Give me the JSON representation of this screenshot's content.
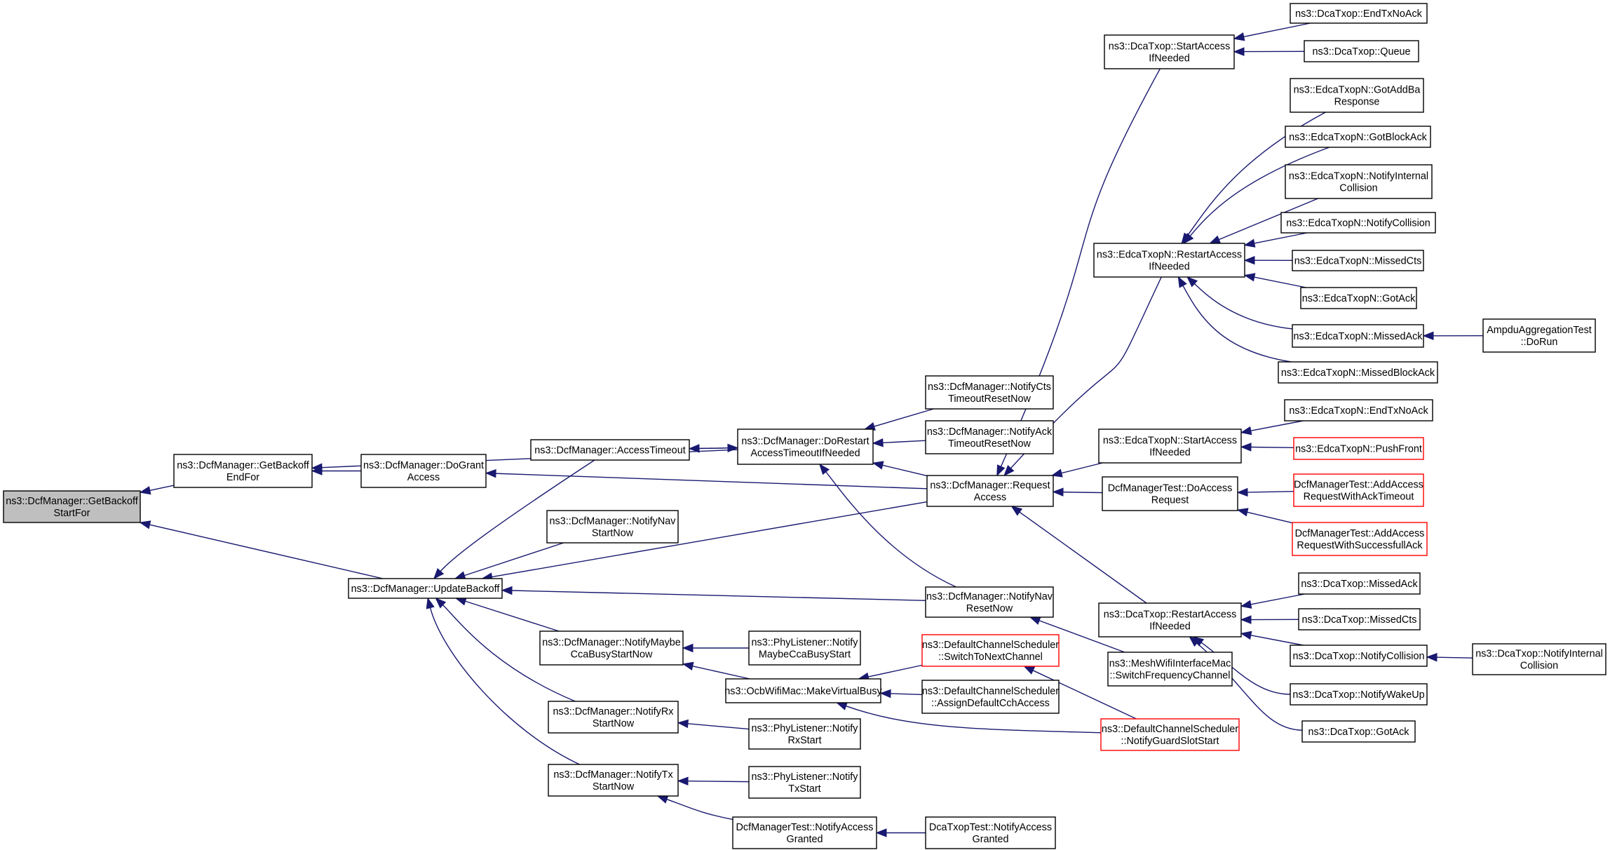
{
  "nodes": {
    "root": {
      "lines": [
        "ns3::DcfManager::GetBackoff",
        "StartFor"
      ]
    },
    "getBackoffEndFor": {
      "lines": [
        "ns3::DcfManager::GetBackoff",
        "EndFor"
      ]
    },
    "updateBackoff": {
      "lines": [
        "ns3::DcfManager::UpdateBackoff"
      ]
    },
    "doGrantAccess": {
      "lines": [
        "ns3::DcfManager::DoGrant",
        "Access"
      ]
    },
    "accessTimeout": {
      "lines": [
        "ns3::DcfManager::AccessTimeout"
      ]
    },
    "doRestart": {
      "lines": [
        "ns3::DcfManager::DoRestart",
        "AccessTimeoutIfNeeded"
      ]
    },
    "notifyCts": {
      "lines": [
        "ns3::DcfManager::NotifyCts",
        "TimeoutResetNow"
      ]
    },
    "notifyAck": {
      "lines": [
        "ns3::DcfManager::NotifyAck",
        "TimeoutResetNow"
      ]
    },
    "requestAccess": {
      "lines": [
        "ns3::DcfManager::Request",
        "Access"
      ]
    },
    "notifyNavStart": {
      "lines": [
        "ns3::DcfManager::NotifyNav",
        "StartNow"
      ]
    },
    "notifyNavReset": {
      "lines": [
        "ns3::DcfManager::NotifyNav",
        "ResetNow"
      ]
    },
    "notifyMaybeCca": {
      "lines": [
        "ns3::DcfManager::NotifyMaybe",
        "CcaBusyStartNow"
      ]
    },
    "notifyRxStart": {
      "lines": [
        "ns3::DcfManager::NotifyRx",
        "StartNow"
      ]
    },
    "notifyTxStart": {
      "lines": [
        "ns3::DcfManager::NotifyTx",
        "StartNow"
      ]
    },
    "phyMaybeCca": {
      "lines": [
        "ns3::PhyListener::Notify",
        "MaybeCcaBusyStart"
      ]
    },
    "phyRx": {
      "lines": [
        "ns3::PhyListener::Notify",
        "RxStart"
      ]
    },
    "phyTx": {
      "lines": [
        "ns3::PhyListener::Notify",
        "TxStart"
      ]
    },
    "makeVirtualBusy": {
      "lines": [
        "ns3::OcbWifiMac::MakeVirtualBusy"
      ]
    },
    "switchToNextChannel": {
      "lines": [
        "ns3::DefaultChannelScheduler",
        "::SwitchToNextChannel"
      ],
      "red": true
    },
    "assignDefaultCch": {
      "lines": [
        "ns3::DefaultChannelScheduler",
        "::AssignDefaultCchAccess"
      ]
    },
    "notifyGuardSlot": {
      "lines": [
        "ns3::DefaultChannelScheduler",
        "::NotifyGuardSlotStart"
      ],
      "red": true
    },
    "meshSwitchFreq": {
      "lines": [
        "ns3::MeshWifiInterfaceMac",
        "::SwitchFrequencyChannel"
      ]
    },
    "dcfTestNotifyGranted": {
      "lines": [
        "DcfManagerTest::NotifyAccess",
        "Granted"
      ]
    },
    "dcaTestNotifyGranted": {
      "lines": [
        "DcaTxopTest::NotifyAccess",
        "Granted"
      ]
    },
    "dcaStartAccess": {
      "lines": [
        "ns3::DcaTxop::StartAccess",
        "IfNeeded"
      ]
    },
    "dcaEndTxNoAck": {
      "lines": [
        "ns3::DcaTxop::EndTxNoAck"
      ]
    },
    "dcaQueue": {
      "lines": [
        "ns3::DcaTxop::Queue"
      ]
    },
    "edcaRestart": {
      "lines": [
        "ns3::EdcaTxopN::RestartAccess",
        "IfNeeded"
      ]
    },
    "edcaGotAddBa": {
      "lines": [
        "ns3::EdcaTxopN::GotAddBa",
        "Response"
      ]
    },
    "edcaGotBlockAck": {
      "lines": [
        "ns3::EdcaTxopN::GotBlockAck"
      ]
    },
    "edcaNotifyInternal": {
      "lines": [
        "ns3::EdcaTxopN::NotifyInternal",
        "Collision"
      ]
    },
    "edcaNotifyCollision": {
      "lines": [
        "ns3::EdcaTxopN::NotifyCollision"
      ]
    },
    "edcaMissedCts": {
      "lines": [
        "ns3::EdcaTxopN::MissedCts"
      ]
    },
    "edcaGotAck": {
      "lines": [
        "ns3::EdcaTxopN::GotAck"
      ]
    },
    "edcaMissedAck": {
      "lines": [
        "ns3::EdcaTxopN::MissedAck"
      ]
    },
    "edcaMissedBlockAck": {
      "lines": [
        "ns3::EdcaTxopN::MissedBlockAck"
      ]
    },
    "ampduDoRun": {
      "lines": [
        "AmpduAggregationTest",
        "::DoRun"
      ]
    },
    "edcaStartAccess": {
      "lines": [
        "ns3::EdcaTxopN::StartAccess",
        "IfNeeded"
      ]
    },
    "edcaEndTxNoAck": {
      "lines": [
        "ns3::EdcaTxopN::EndTxNoAck"
      ]
    },
    "edcaPushFront": {
      "lines": [
        "ns3::EdcaTxopN::PushFront"
      ],
      "red": true
    },
    "dcfTestDoAccess": {
      "lines": [
        "DcfManagerTest::DoAccess",
        "Request"
      ]
    },
    "addAccessTimeout": {
      "lines": [
        "DcfManagerTest::AddAccess",
        "RequestWithAckTimeout"
      ],
      "red": true
    },
    "addAccessSuccess": {
      "lines": [
        "DcfManagerTest::AddAccess",
        "RequestWithSuccessfullAck"
      ],
      "red": true
    },
    "dcaRestart": {
      "lines": [
        "ns3::DcaTxop::RestartAccess",
        "IfNeeded"
      ]
    },
    "dcaMissedAck": {
      "lines": [
        "ns3::DcaTxop::MissedAck"
      ]
    },
    "dcaMissedCts": {
      "lines": [
        "ns3::DcaTxop::MissedCts"
      ]
    },
    "dcaNotifyCollision": {
      "lines": [
        "ns3::DcaTxop::NotifyCollision"
      ]
    },
    "dcaNotifyInternal": {
      "lines": [
        "ns3::DcaTxop::NotifyInternal",
        "Collision"
      ]
    },
    "dcaNotifyWakeUp": {
      "lines": [
        "ns3::DcaTxop::NotifyWakeUp"
      ]
    },
    "dcaGotAck": {
      "lines": [
        "ns3::DcaTxop::GotAck"
      ]
    }
  },
  "edges": [
    [
      "getBackoffEndFor",
      "root"
    ],
    [
      "updateBackoff",
      "root"
    ],
    [
      "doGrantAccess",
      "getBackoffEndFor"
    ],
    [
      "doRestart",
      "getBackoffEndFor"
    ],
    [
      "requestAccess",
      "doGrantAccess"
    ],
    [
      "doRestart",
      "accessTimeout"
    ],
    [
      "accessTimeout",
      "doRestart"
    ],
    [
      "notifyCts",
      "doRestart"
    ],
    [
      "notifyAck",
      "doRestart"
    ],
    [
      "requestAccess",
      "doRestart"
    ],
    [
      "notifyNavReset",
      "doRestart"
    ],
    [
      "accessTimeout",
      "updateBackoff"
    ],
    [
      "notifyNavStart",
      "updateBackoff"
    ],
    [
      "requestAccess",
      "updateBackoff"
    ],
    [
      "notifyNavReset",
      "updateBackoff"
    ],
    [
      "notifyMaybeCca",
      "updateBackoff"
    ],
    [
      "notifyRxStart",
      "updateBackoff"
    ],
    [
      "notifyTxStart",
      "updateBackoff"
    ],
    [
      "phyMaybeCca",
      "notifyMaybeCca"
    ],
    [
      "makeVirtualBusy",
      "notifyMaybeCca"
    ],
    [
      "phyRx",
      "notifyRxStart"
    ],
    [
      "phyTx",
      "notifyTxStart"
    ],
    [
      "dcfTestNotifyGranted",
      "notifyTxStart"
    ],
    [
      "dcaTestNotifyGranted",
      "dcfTestNotifyGranted"
    ],
    [
      "switchToNextChannel",
      "makeVirtualBusy"
    ],
    [
      "assignDefaultCch",
      "makeVirtualBusy"
    ],
    [
      "notifyGuardSlot",
      "makeVirtualBusy"
    ],
    [
      "notifyGuardSlot",
      "switchToNextChannel"
    ],
    [
      "meshSwitchFreq",
      "notifyNavReset"
    ],
    [
      "dcaStartAccess",
      "requestAccess"
    ],
    [
      "edcaRestart",
      "requestAccess"
    ],
    [
      "edcaStartAccess",
      "requestAccess"
    ],
    [
      "dcfTestDoAccess",
      "requestAccess"
    ],
    [
      "dcaRestart",
      "requestAccess"
    ],
    [
      "dcaEndTxNoAck",
      "dcaStartAccess"
    ],
    [
      "dcaQueue",
      "dcaStartAccess"
    ],
    [
      "edcaGotAddBa",
      "edcaRestart"
    ],
    [
      "edcaGotBlockAck",
      "edcaRestart"
    ],
    [
      "edcaNotifyInternal",
      "edcaRestart"
    ],
    [
      "edcaNotifyCollision",
      "edcaRestart"
    ],
    [
      "edcaMissedCts",
      "edcaRestart"
    ],
    [
      "edcaGotAck",
      "edcaRestart"
    ],
    [
      "edcaMissedAck",
      "edcaRestart"
    ],
    [
      "edcaMissedBlockAck",
      "edcaRestart"
    ],
    [
      "ampduDoRun",
      "edcaMissedAck"
    ],
    [
      "edcaEndTxNoAck",
      "edcaStartAccess"
    ],
    [
      "edcaPushFront",
      "edcaStartAccess"
    ],
    [
      "addAccessTimeout",
      "dcfTestDoAccess"
    ],
    [
      "addAccessSuccess",
      "dcfTestDoAccess"
    ],
    [
      "dcaMissedAck",
      "dcaRestart"
    ],
    [
      "dcaMissedCts",
      "dcaRestart"
    ],
    [
      "dcaNotifyCollision",
      "dcaRestart"
    ],
    [
      "dcaNotifyWakeUp",
      "dcaRestart"
    ],
    [
      "dcaGotAck",
      "dcaRestart"
    ],
    [
      "dcaNotifyInternal",
      "dcaNotifyCollision"
    ]
  ],
  "colors": {
    "edge": "#191970",
    "box_border": "#000000",
    "box_border_highlight": "#ff0000",
    "root_fill": "#bfbfbf",
    "background": "#ffffff"
  }
}
